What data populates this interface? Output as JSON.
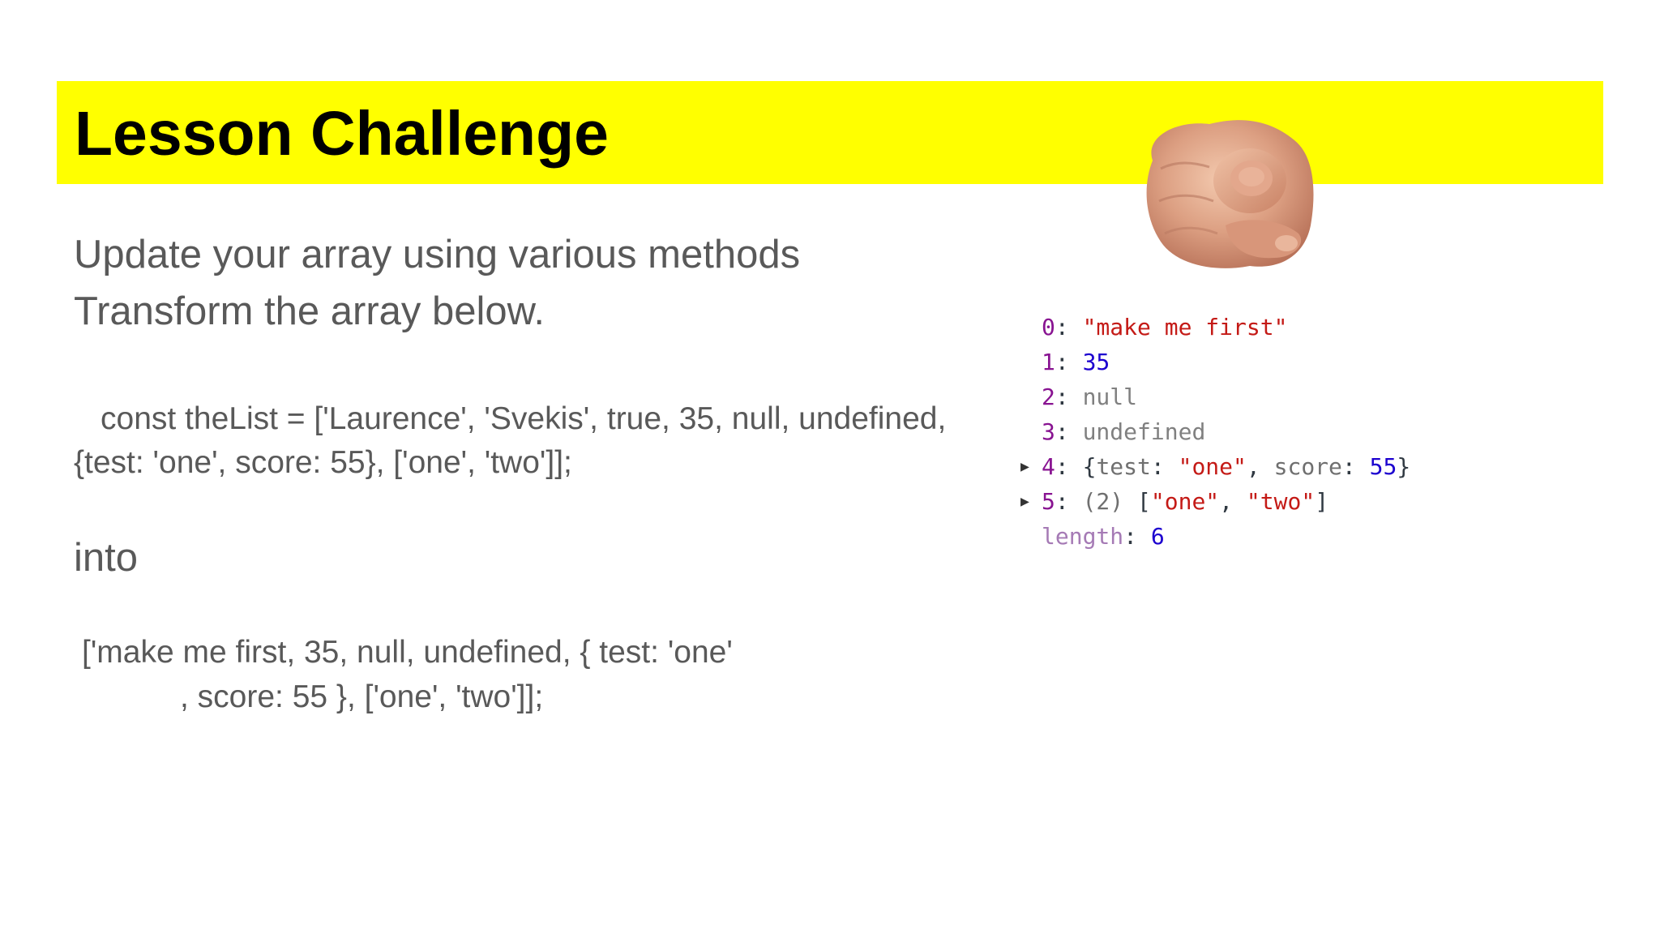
{
  "title": "Lesson Challenge",
  "subtitle_lines": [
    "Update your array using various methods",
    "Transform the array below."
  ],
  "code_lines": [
    "const theList = ['Laurence', 'Svekis', true, 35, null, undefined,",
    "{test: 'one', score: 55}, ['one', 'two']];"
  ],
  "into_text": "into",
  "result_lines": [
    "['make me first, 35, null, undefined, { test: 'one'",
    ", score: 55 }, ['one', 'two']];"
  ],
  "console": {
    "rows": [
      {
        "key": "0",
        "sep": ": ",
        "value": "\"make me first\""
      },
      {
        "key": "1",
        "sep": ": ",
        "value": "35"
      },
      {
        "key": "2",
        "sep": ": ",
        "value": "null"
      },
      {
        "key": "3",
        "sep": ": ",
        "value": "undefined"
      },
      {
        "key": "4",
        "sep": ": ",
        "open": "{",
        "k1": "test",
        "k1sep": ": ",
        "v1": "\"one\"",
        "comma": ", ",
        "k2": "score",
        "k2sep": ": ",
        "v2": "55",
        "close": "}"
      },
      {
        "key": "5",
        "sep": ": ",
        "count": "(2)",
        "open": "[",
        "v1": "\"one\"",
        "comma": ", ",
        "v2": "\"two\"",
        "close": "]"
      },
      {
        "key": "length",
        "sep": ": ",
        "value": "6"
      }
    ],
    "expand_glyph": "▶"
  },
  "colors": {
    "title_bar": "#ffff00",
    "body_text": "#595959",
    "console_key": "#881391",
    "console_string": "#c41a16",
    "console_number": "#1c00cf"
  },
  "icons": [
    "pointing-hand-illustration",
    "expand-triangle-icon"
  ]
}
